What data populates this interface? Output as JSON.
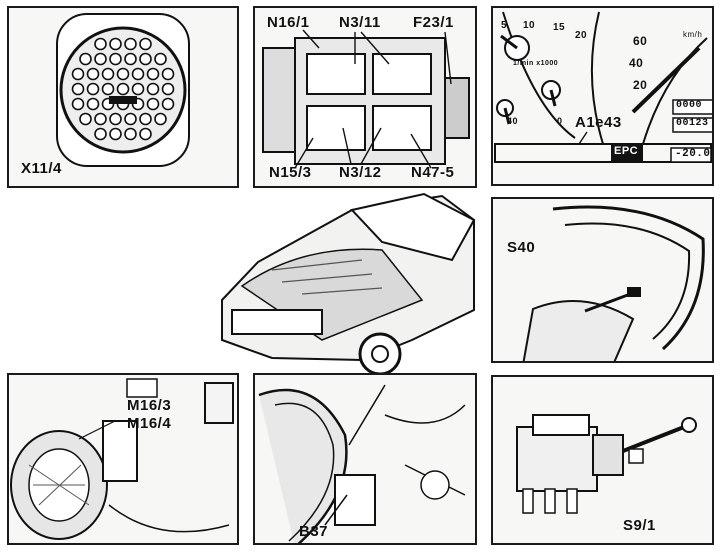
{
  "labels": {
    "x11_4": "X11/4",
    "n16_1": "N16/1",
    "n3_11": "N3/11",
    "f23_1": "F23/1",
    "n15_3": "N15/3",
    "n3_12": "N3/12",
    "n47_5": "N47-5",
    "a1e43": "A1e43",
    "s40": "S40",
    "m16_3": "M16/3",
    "m16_4": "M16/4",
    "b37": "B37",
    "s9_1": "S9/1"
  },
  "cluster": {
    "epc": "EPC",
    "odo": "0000",
    "trip": "00123",
    "temp": "-20.0",
    "kmh": "km/h",
    "rpm_unit": "1/min x1000",
    "speed_marks": [
      "60",
      "40",
      "20"
    ],
    "rpm_marks": [
      "5",
      "10",
      "15",
      "20"
    ],
    "small_gauge_marks": [
      "40",
      "0"
    ]
  }
}
